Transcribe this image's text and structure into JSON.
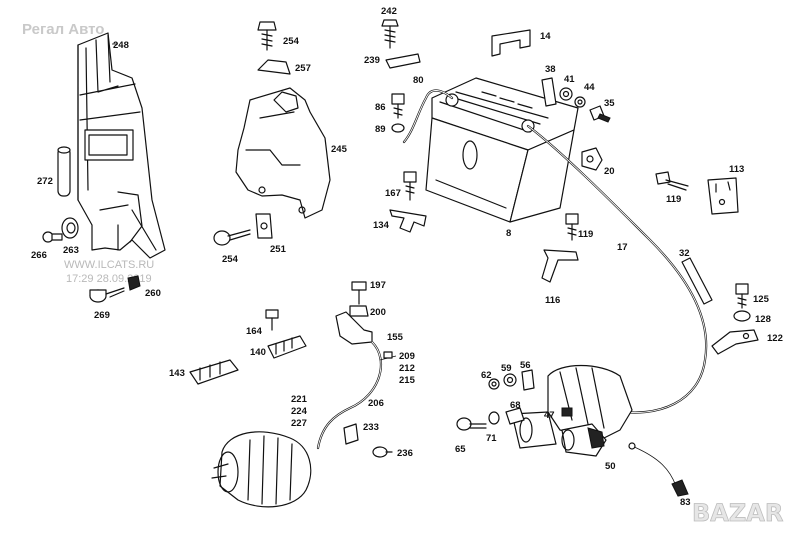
{
  "watermarks": {
    "top_left": "Регал Авто",
    "middle_site": "WWW.ILCATS.RU",
    "middle_time": "17:29 28.09.2019",
    "logo": "BAZAR"
  },
  "part_numbers": {
    "p248": "248",
    "p254a": "254",
    "p257": "257",
    "p242": "242",
    "p239": "239",
    "p14": "14",
    "p80": "80",
    "p38": "38",
    "p41": "41",
    "p44": "44",
    "p35": "35",
    "p86": "86",
    "p89": "89",
    "p245": "245",
    "p272": "272",
    "p20": "20",
    "p113": "113",
    "p119a": "119",
    "p167": "167",
    "p134": "134",
    "p8": "8",
    "p119b": "119",
    "p17": "17",
    "p251": "251",
    "p254b": "254",
    "p266": "266",
    "p263": "263",
    "p260": "260",
    "p269": "269",
    "p32": "32",
    "p116": "116",
    "p125": "125",
    "p128": "128",
    "p122": "122",
    "p197": "197",
    "p200": "200",
    "p155": "155",
    "p164": "164",
    "p140": "140",
    "p143": "143",
    "p209": "209",
    "p212": "212",
    "p215": "215",
    "p62": "62",
    "p59": "59",
    "p56": "56",
    "p206": "206",
    "p221": "221",
    "p224": "224",
    "p227": "227",
    "p68": "68",
    "p47": "47",
    "p233": "233",
    "p65": "65",
    "p71": "71",
    "p236": "236",
    "p50": "50",
    "p83": "83"
  }
}
